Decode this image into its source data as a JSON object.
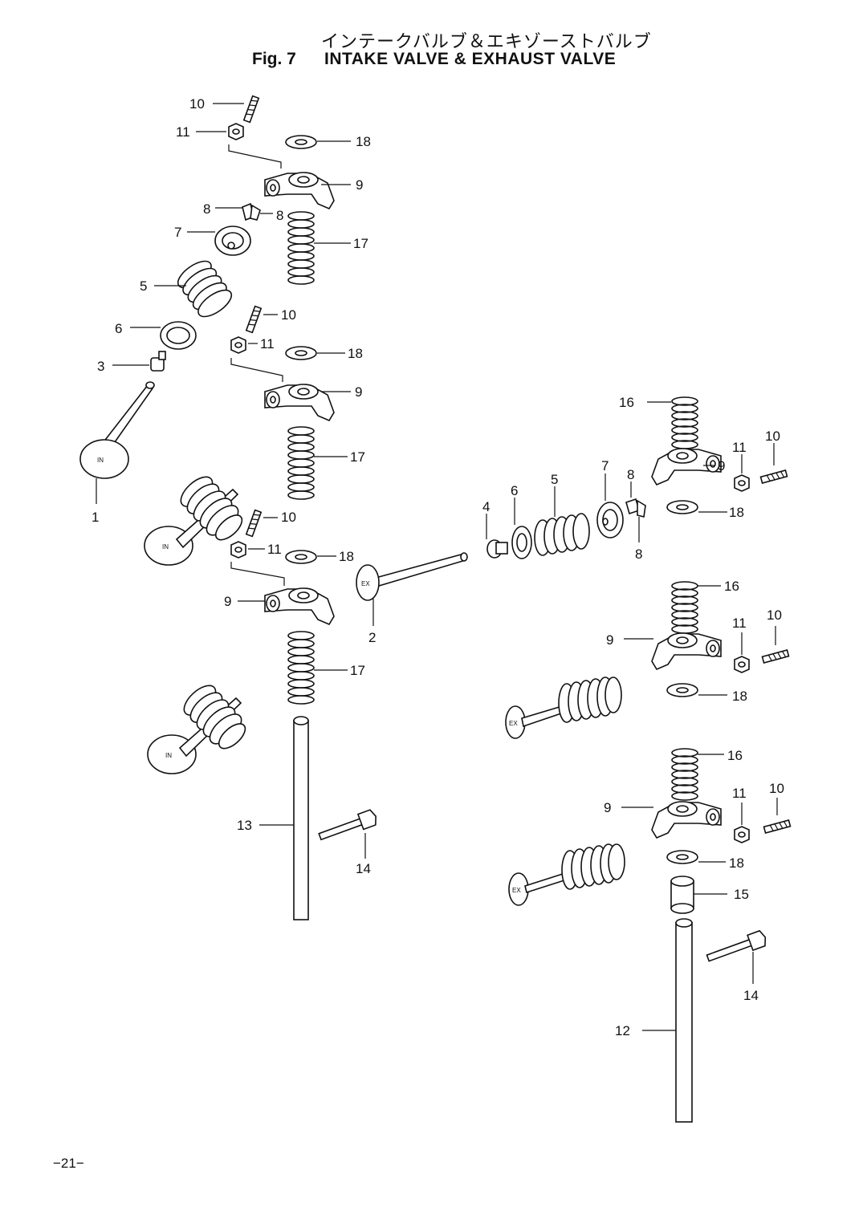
{
  "header": {
    "title_jp": "インテークバルブ＆エキゾーストバルブ",
    "fig_label": "Fig. 7",
    "title_en": "INTAKE VALVE & EXHAUST VALVE"
  },
  "footer": {
    "page_number": "−21−"
  },
  "valve_marks": {
    "intake": "IN",
    "exhaust": "EX"
  },
  "callouts": {
    "c1": "1",
    "c2": "2",
    "c3": "3",
    "c4": "4",
    "c5a": "5",
    "c5b": "5",
    "c6a": "6",
    "c6b": "6",
    "c7a": "7",
    "c7b": "7",
    "c8a": "8",
    "c8b": "8",
    "c8c": "8",
    "c8d": "8",
    "c9a": "9",
    "c9b": "9",
    "c9c": "9",
    "c9d": "9",
    "c9e": "9",
    "c9f": "9",
    "c10a": "10",
    "c10b": "10",
    "c10c": "10",
    "c10d": "10",
    "c10e": "10",
    "c10f": "10",
    "c11a": "11",
    "c11b": "11",
    "c11c": "11",
    "c11d": "11",
    "c11e": "11",
    "c11f": "11",
    "c12": "12",
    "c13": "13",
    "c14a": "14",
    "c14b": "14",
    "c15": "15",
    "c16a": "16",
    "c16b": "16",
    "c16c": "16",
    "c17a": "17",
    "c17b": "17",
    "c17c": "17",
    "c18a": "18",
    "c18b": "18",
    "c18c": "18",
    "c18d": "18",
    "c18e": "18",
    "c18f": "18"
  }
}
